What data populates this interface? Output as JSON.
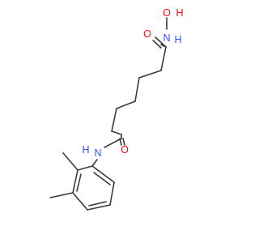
{
  "molecule": {
    "atom_labels": {
      "oxygen_top": "O",
      "amide_n_top": "N",
      "amide_h_top": "H",
      "hydroxyl_o": "O",
      "hydroxyl_h": "H",
      "oxygen_bottom": "O",
      "amide_n_bottom": "N",
      "amide_h_bottom": "H"
    },
    "colors": {
      "bond": "#3a3a3a",
      "oxygen": "#ff0d0d",
      "nitrogen": "#3050f8",
      "background": "#ffffff"
    }
  }
}
